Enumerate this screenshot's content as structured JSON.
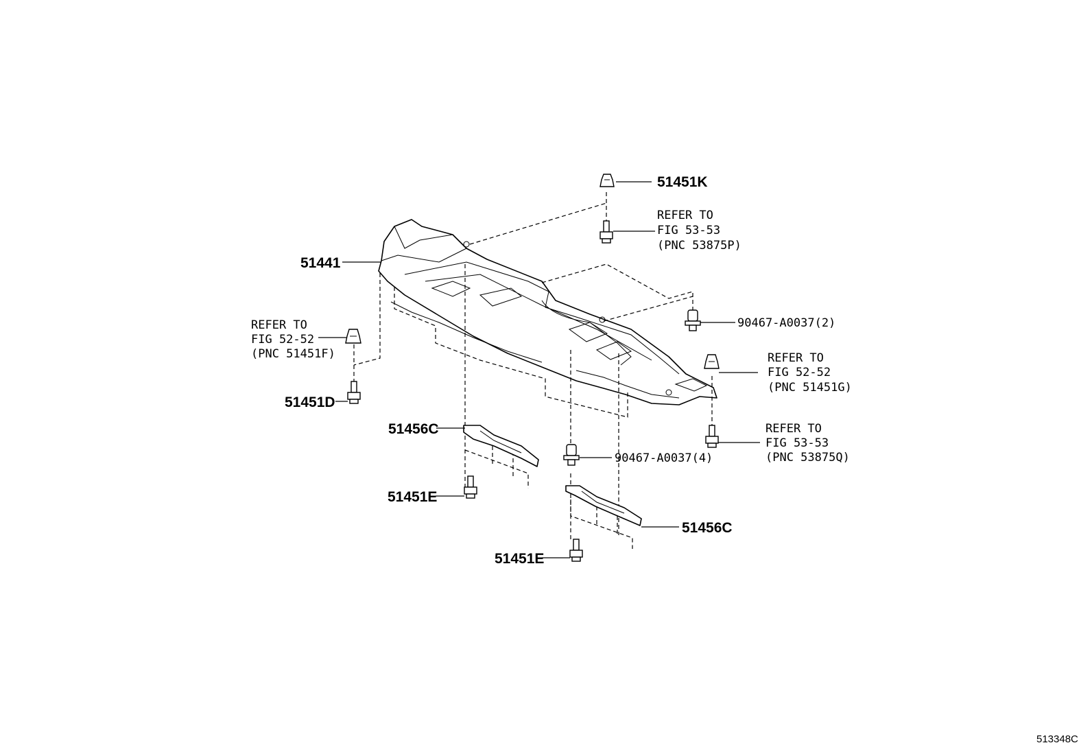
{
  "figure_id": "513348C",
  "parts": {
    "p51441": "51441",
    "p51451k": "51451K",
    "p51451d": "51451D",
    "p51456c_a": "51456C",
    "p51456c_b": "51456C",
    "p51451e_a": "51451E",
    "p51451e_b": "51451E",
    "clip_2": "90467-A0037(2)",
    "clip_4": "90467-A0037(4)"
  },
  "refs": {
    "top_right": {
      "line1": "REFER TO",
      "line2": "FIG 53-53",
      "line3": "(PNC 53875P)"
    },
    "left": {
      "line1": "REFER TO",
      "line2": "FIG 52-52",
      "line3": "(PNC 51451F)"
    },
    "right_upper": {
      "line1": "REFER TO",
      "line2": "FIG 52-52",
      "line3": "(PNC 51451G)"
    },
    "right_lower": {
      "line1": "REFER TO",
      "line2": "FIG 53-53",
      "line3": "(PNC 53875Q)"
    }
  }
}
